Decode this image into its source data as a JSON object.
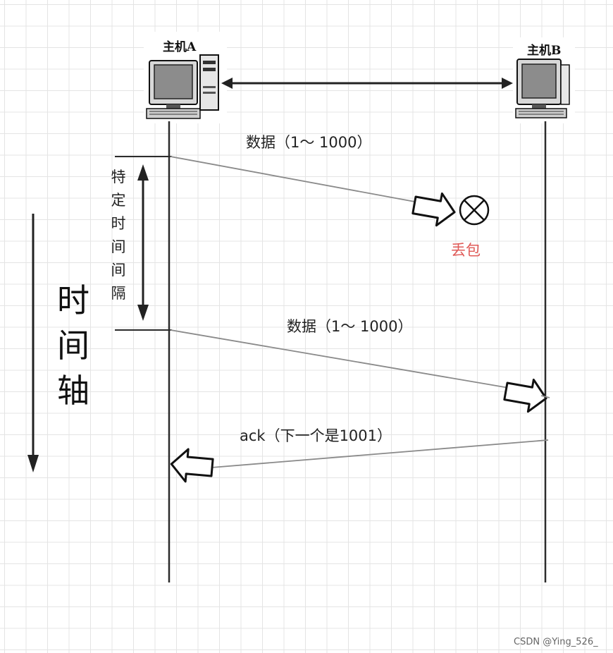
{
  "hosts": {
    "a_label": "主机A",
    "b_label": "主机B"
  },
  "messages": {
    "first": "数据（1～ 1000）",
    "second": "数据（1～ 1000）",
    "ack": "ack（下一个是1001）"
  },
  "loss_label": "丢包",
  "interval_label": [
    "特",
    "定",
    "时",
    "间",
    "间",
    "隔"
  ],
  "time_axis_label": [
    "时",
    "间",
    "轴"
  ],
  "watermark": "CSDN @Ying_526_",
  "colors": {
    "loss": "#e05a57",
    "lifeline": "#2b2b2b",
    "message_line": "#8a8a8a"
  }
}
